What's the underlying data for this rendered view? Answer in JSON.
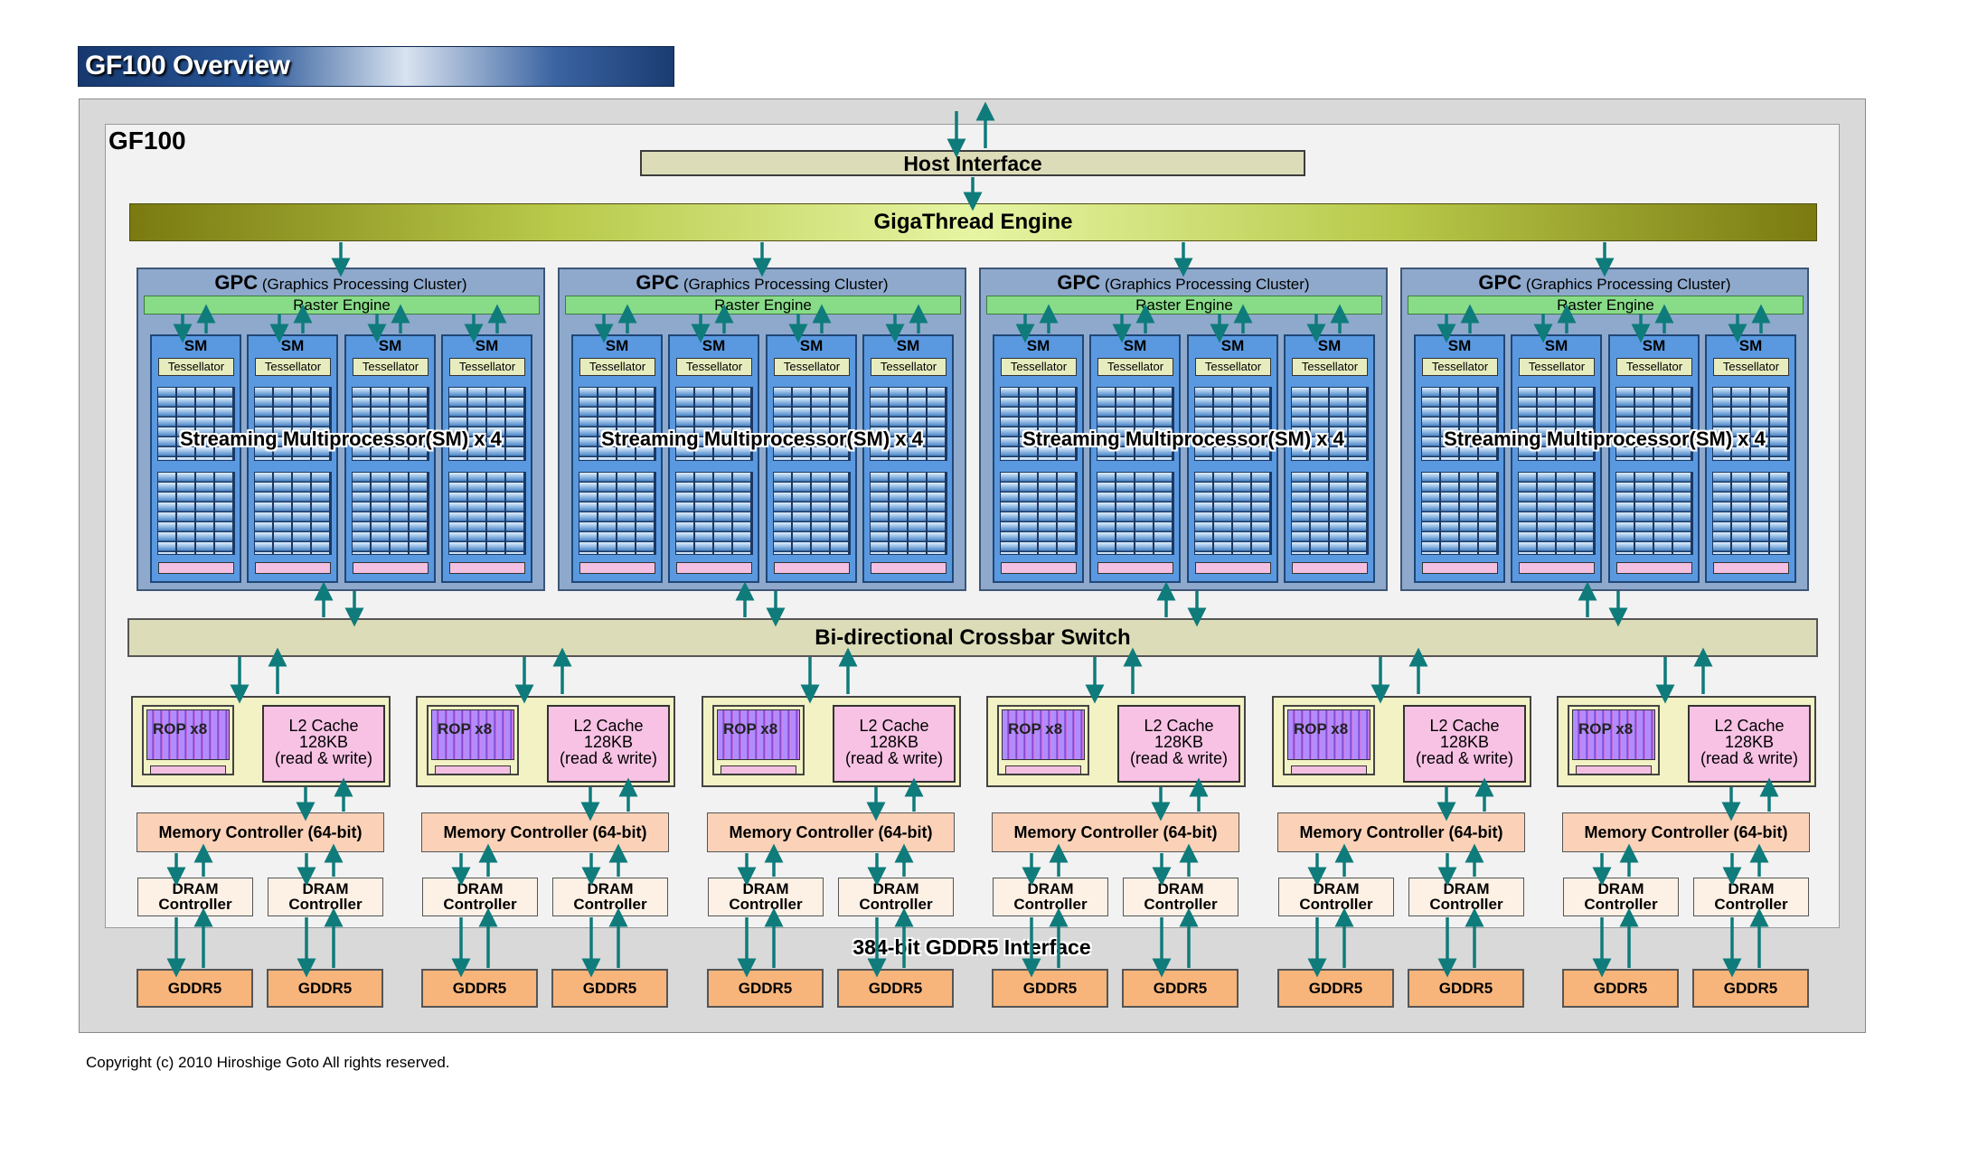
{
  "title": "GF100 Overview",
  "chip_label": "GF100",
  "host_interface": "Host Interface",
  "gigathread": "GigaThread Engine",
  "gpc": {
    "name": "GPC",
    "full_name": "(Graphics Processing Cluster)",
    "raster": "Raster Engine",
    "sm_label": "SM",
    "tessellator": "Tessellator",
    "sm_overlay": "Streaming Multiprocessor(SM) x 4"
  },
  "crossbar": "Bi-directional Crossbar Switch",
  "partition": {
    "rop": "ROP x8",
    "l2_line1": "L2 Cache",
    "l2_line2": "128KB",
    "l2_line3": "(read & write)",
    "memory_controller": "Memory Controller (64-bit)",
    "dram_line1": "DRAM",
    "dram_line2": "Controller",
    "gddr": "GDDR5"
  },
  "bus_interface": "384-bit GDDR5 Interface",
  "copyright": "Copyright (c) 2010 Hiroshige Goto All rights reserved.",
  "colors": {
    "arrow": "#0f7b7b",
    "sm": "#5a99e0",
    "gpc": "#8ea9cc",
    "raster": "#88dc88",
    "l2": "#f8c2e4",
    "memory_controller": "#fbd2b8",
    "gddr": "#f7b57c"
  }
}
